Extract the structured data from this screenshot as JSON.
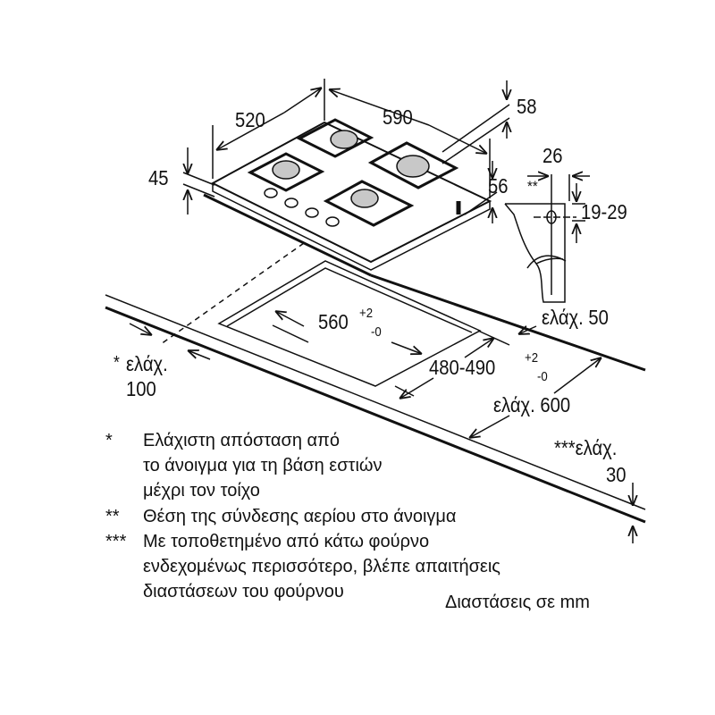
{
  "dimensions": {
    "depth": "520",
    "width": "590",
    "height_front": "45",
    "height_rear": "58",
    "height_leg": "56",
    "gas_offset": "26",
    "gas_height": "19-29",
    "gas_marker": "**",
    "cutout_width": "560",
    "cutout_width_tol_plus": "+2",
    "cutout_width_tol_minus": "-0",
    "cutout_depth": "480-490",
    "cutout_depth_tol_plus": "+2",
    "cutout_depth_tol_minus": "-0",
    "min_rear": "ελάχ. 50",
    "min_side_marker": "*",
    "min_side_label": "ελάχ.",
    "min_side_value": "100",
    "min_worktop": "ελάχ. 600",
    "min_thickness_label": "***ελάχ.",
    "min_thickness_value": "30"
  },
  "notes": [
    {
      "marker": "*",
      "lines": [
        "Ελάχιστη απόσταση από",
        "το άνοιγμα για τη βάση εστιών",
        "μέχρι τον τοίχο"
      ]
    },
    {
      "marker": "**",
      "lines": [
        "Θέση της σύνδεσης αερίου στο άνοιγμα"
      ]
    },
    {
      "marker": "***",
      "lines": [
        "Με τοποθετημένο από κάτω φούρνο",
        "ενδεχομένως περισσότερο, βλέπε απαιτήσεις",
        "διαστάσεων του φούρνου"
      ]
    }
  ],
  "units_note": "Διαστάσεις σε mm"
}
